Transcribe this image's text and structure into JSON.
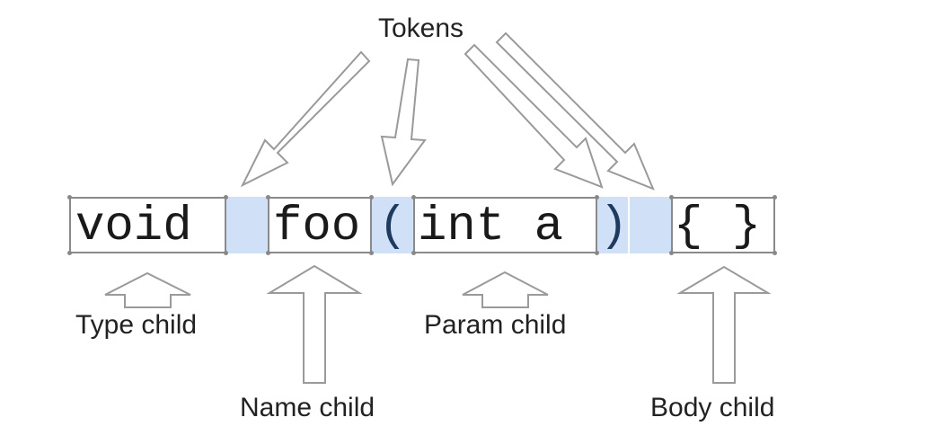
{
  "labels": {
    "tokens": "Tokens",
    "type_child": "Type child",
    "name_child": "Name child",
    "param_child": "Param child",
    "body_child": "Body child"
  },
  "code": {
    "type": "void",
    "name": "foo",
    "lparen": "(",
    "param": "int a",
    "rparen": ")",
    "body": "{ }"
  },
  "colors": {
    "token_fill": "#cfe0f7",
    "box_border": "#8a8a8a",
    "arrow_stroke": "#9a9a9a"
  }
}
